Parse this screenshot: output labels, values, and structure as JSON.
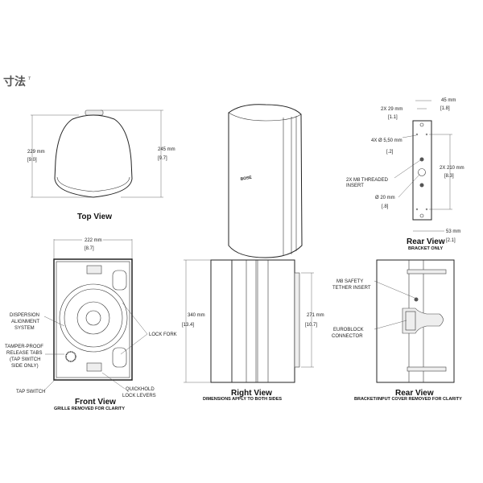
{
  "heading": "寸法",
  "heading_sup": "7",
  "top_view": {
    "title": "Top View",
    "dim_left": "229 mm",
    "dim_left_in": "[9.0]",
    "dim_right": "245 mm",
    "dim_right_in": "[9.7]"
  },
  "perspective": {
    "logo": "BOSE"
  },
  "bracket": {
    "title": "Rear View",
    "subtitle": "BRACKET ONLY",
    "labels": {
      "w45": "45 mm",
      "w45_in": "[1.8]",
      "w29": "2X 29 mm",
      "w29_in": "[1.1]",
      "hole": "4X Ø 5,50 mm",
      "hole_in": "[.2]",
      "insert1": "2X M8 THREADED",
      "insert2": "INSERT",
      "dia": "Ø 20 mm",
      "dia_in": "[.8]",
      "h210": "2X 210 mm",
      "h210_in": "[8.3]",
      "w53": "53 mm",
      "w53_in": "[2.1]"
    }
  },
  "front_view": {
    "title": "Front View",
    "subtitle": "GRILLE REMOVED FOR CLARITY",
    "dim": "222 mm",
    "dim_in": "[8.7]",
    "labels": {
      "dispersion": [
        "DISPERSION",
        "ALIGNMENT",
        "SYSTEM"
      ],
      "tamper": [
        "TAMPER-PROOF",
        "RELEASE TABS",
        "(TAP SWITCH",
        "SIDE ONLY)"
      ],
      "tap": "TAP SWITCH",
      "lockfork": "LOCK FORK",
      "quickhold": [
        "QUICKHOLD",
        "LOCK LEVERS"
      ]
    }
  },
  "right_view": {
    "title": "Right View",
    "subtitle": "DIMENSIONS APPLY TO BOTH SIDES",
    "dim_h": "340 mm",
    "dim_h_in": "[13.4]",
    "dim_f": "271 mm",
    "dim_f_in": "[10.7]"
  },
  "rear_view": {
    "title": "Rear View",
    "subtitle": "BRACKET/INPUT COVER REMOVED FOR CLARITY",
    "labels": {
      "tether": [
        "M8 SAFETY",
        "TETHER INSERT"
      ],
      "euro": [
        "EUROBLOCK",
        "CONNECTOR"
      ]
    }
  }
}
